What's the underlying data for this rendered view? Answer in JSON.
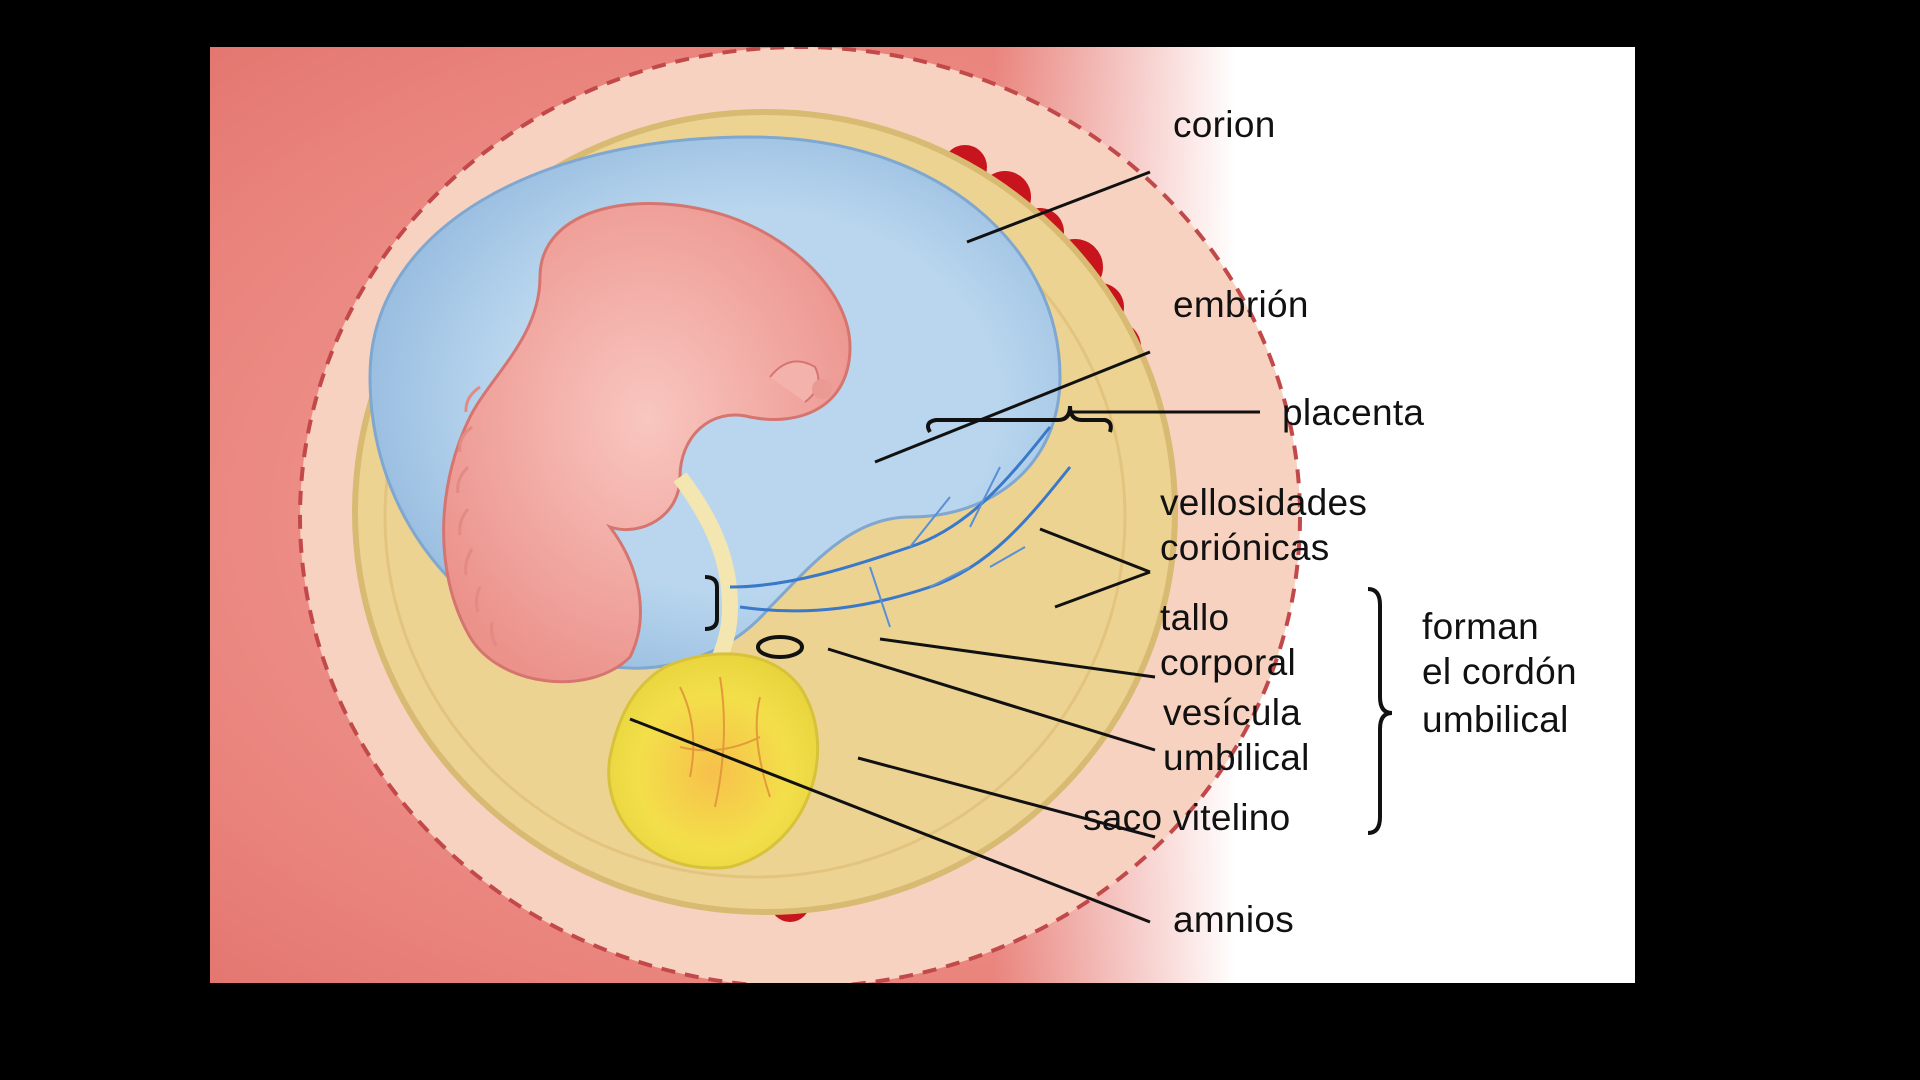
{
  "labels": {
    "corion": "corion",
    "embrion": "embrión",
    "placenta": "placenta",
    "vellosidades_1": "vellosidades",
    "vellosidades_2": "coriónicas",
    "tallo_1": "tallo",
    "tallo_2": "corporal",
    "vesicula_1": "vesícula",
    "vesicula_2": "umbilical",
    "forman_1": "forman",
    "forman_2": "el cordón",
    "forman_3": "umbilical",
    "saco": "saco vitelino",
    "amnios": "amnios"
  },
  "colors": {
    "background": "#000000",
    "uterus": "#e8807a",
    "decidua": "#f6c9b3",
    "chorionic_cavity": "#ecd392",
    "amniotic_fluid": "#a9cbe6",
    "embryo": "#f3a7a0",
    "yolk_sac": "#f2e14a",
    "villi": "#c8141c",
    "vessels": "#3a78c8"
  }
}
